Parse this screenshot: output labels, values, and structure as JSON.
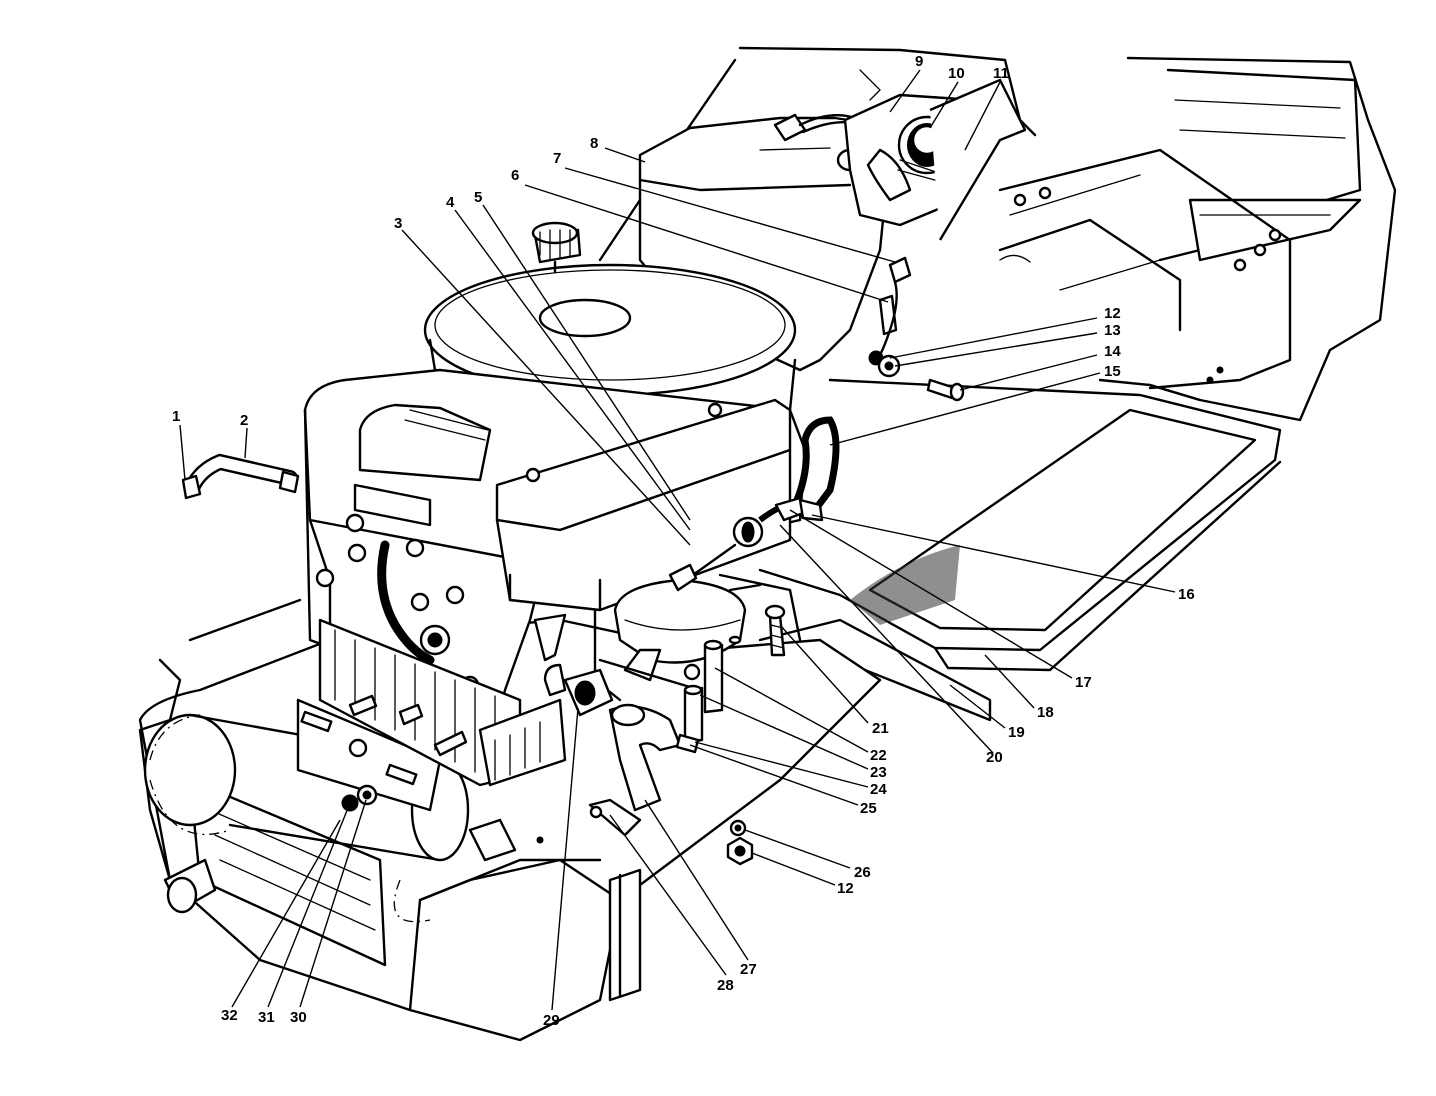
{
  "callouts": [
    {
      "label": "1"
    },
    {
      "label": "2"
    },
    {
      "label": "3"
    },
    {
      "label": "4"
    },
    {
      "label": "5"
    },
    {
      "label": "6"
    },
    {
      "label": "7"
    },
    {
      "label": "8"
    },
    {
      "label": "9"
    },
    {
      "label": "10"
    },
    {
      "label": "11"
    },
    {
      "label": "12"
    },
    {
      "label": "13"
    },
    {
      "label": "14"
    },
    {
      "label": "15"
    },
    {
      "label": "16"
    },
    {
      "label": "17"
    },
    {
      "label": "18"
    },
    {
      "label": "19"
    },
    {
      "label": "20"
    },
    {
      "label": "21"
    },
    {
      "label": "22"
    },
    {
      "label": "23"
    },
    {
      "label": "24"
    },
    {
      "label": "25"
    },
    {
      "label": "26"
    },
    {
      "label": "12"
    },
    {
      "label": "27"
    },
    {
      "label": "28"
    },
    {
      "label": "29"
    },
    {
      "label": "30"
    },
    {
      "label": "31"
    },
    {
      "label": "32"
    }
  ]
}
